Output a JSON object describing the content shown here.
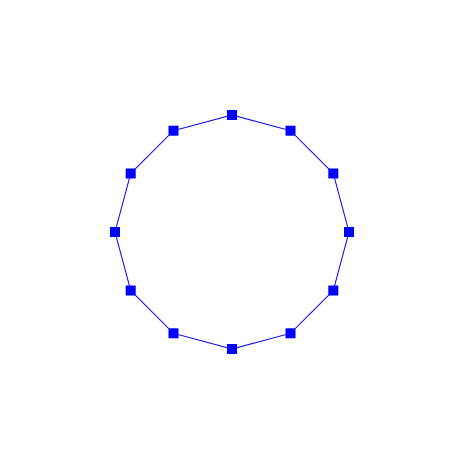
{
  "diagram": {
    "type": "cycle-graph",
    "node_count": 12,
    "node_shape": "square",
    "node_color": "#0000ff",
    "edge_color": "#0000ff",
    "background": "#ffffff",
    "nodes": [
      {
        "id": 0,
        "angle_deg": 0
      },
      {
        "id": 1,
        "angle_deg": 30
      },
      {
        "id": 2,
        "angle_deg": 60
      },
      {
        "id": 3,
        "angle_deg": 90
      },
      {
        "id": 4,
        "angle_deg": 120
      },
      {
        "id": 5,
        "angle_deg": 150
      },
      {
        "id": 6,
        "angle_deg": 180
      },
      {
        "id": 7,
        "angle_deg": 210
      },
      {
        "id": 8,
        "angle_deg": 240
      },
      {
        "id": 9,
        "angle_deg": 270
      },
      {
        "id": 10,
        "angle_deg": 300
      },
      {
        "id": 11,
        "angle_deg": 330
      }
    ],
    "edges": [
      [
        0,
        1
      ],
      [
        1,
        2
      ],
      [
        2,
        3
      ],
      [
        3,
        4
      ],
      [
        4,
        5
      ],
      [
        5,
        6
      ],
      [
        6,
        7
      ],
      [
        7,
        8
      ],
      [
        8,
        9
      ],
      [
        9,
        10
      ],
      [
        10,
        11
      ],
      [
        11,
        0
      ]
    ]
  }
}
